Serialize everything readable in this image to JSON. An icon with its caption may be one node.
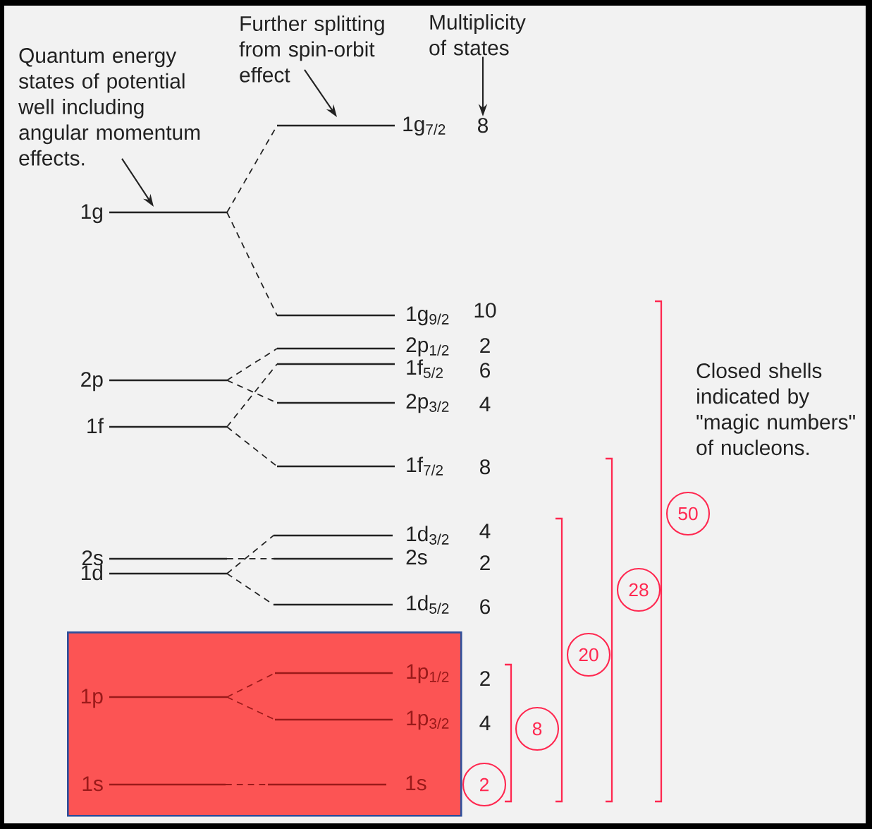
{
  "diagram": {
    "nodes": [
      {
        "text": [
          "Quantum energy states of potential well including angular momentum effects."
        ]
      },
      {
        "text": [
          "Further splitting from spin-orbit effect"
        ]
      },
      {
        "text": [
          "Multiplicity of states"
        ]
      },
      {
        "text": [
          "8"
        ]
      },
      {
        "text": [
          "1g$_{7/2}$"
        ]
      },
      {
        "text": [
          "1g"
        ]
      },
      {
        "text": [
          "1g$_{9/2}$"
        ],
        "beside": [
          "10"
        ]
      },
      {
        "text": [
          "2p$_{1/2}$"
        ],
        "beside": [
          "2"
        ]
      },
      {
        "text": [
          "1f$_{5/2}$"
        ],
        "beside": [
          "6"
        ]
      },
      {
        "text": [
          "2p"
        ]
      },
      {
        "text": [
          "2p$_{3/2}$"
        ],
        "beside": [
          "4"
        ]
      },
      {
        "text": [
          "1f"
        ]
      },
      {
        "text": [
          "1f$_{7/2}$"
        ],
        "beside": [
          "8"
        ]
      },
      {
        "text": [
          "1d$_{3/2}$"
        ],
        "beside": [
          "4"
        ]
      },
      {
        "text": [
          "2s"
        ]
      },
      {
        "text": [
          "2s"
        ],
        "beside": [
          "2"
        ]
      },
      {
        "text": [
          "1d"
        ]
      },
      {
        "text": [
          "1d$_{5/2}$"
        ],
        "beside": [
          "6"
        ]
      },
      {
        "text": [],
        "shape": "box"
      },
      {
        "text": [
          "1p"
        ],
        "in": 18
      },
      {
        "text": [
          "1p$_{1/2}$"
        ],
        "in": 18,
        "beside": [
          "2"
        ]
      },
      {
        "text": [
          "1p$_{3/2}$"
        ],
        "in": 18,
        "beside": [
          "4"
        ]
      },
      {
        "text": [
          "1s"
        ],
        "in": 18
      },
      {
        "text": [
          "1s"
        ],
        "in": 18
      },
      {
        "text": [
          "50"
        ]
      },
      {
        "text": [
          "28"
        ]
      },
      {
        "text": [
          "20"
        ]
      },
      {
        "text": [
          "8"
        ]
      },
      {
        "text": [
          "2"
        ]
      }
    ],
    "edges": [
      {
        "from": 0,
        "to": 5,
        "arrow": "to"
      },
      {
        "from": 1,
        "to": 4,
        "arrow": "to"
      },
      {
        "from": 2,
        "to": 3,
        "arrow": "to"
      },
      {
        "from": 5,
        "to": 4,
        "arrow": "none",
        "style": "dashed"
      },
      {
        "from": 5,
        "to": 6,
        "arrow": "none",
        "style": "dashed"
      },
      {
        "from": 9,
        "to": 7,
        "arrow": "none",
        "style": "dashed"
      },
      {
        "from": 9,
        "to": 10,
        "arrow": "none",
        "style": "dashed"
      },
      {
        "from": 11,
        "to": 8,
        "arrow": "none",
        "style": "dashed"
      },
      {
        "from": 11,
        "to": 12,
        "arrow": "none",
        "style": "dashed"
      },
      {
        "from": 14,
        "to": 15,
        "arrow": "none",
        "style": "dashed"
      },
      {
        "from": 16,
        "to": 13,
        "arrow": "none",
        "style": "dashed"
      },
      {
        "from": 16,
        "to": 17,
        "arrow": "none",
        "style": "dashed"
      },
      {
        "from": 19,
        "to": 20,
        "arrow": "none",
        "style": "dashed",
        "color": "#9a1a1a"
      },
      {
        "from": 19,
        "to": 21,
        "arrow": "none",
        "style": "dashed",
        "color": "#9a1a1a"
      },
      {
        "from": 22,
        "to": 23,
        "arrow": "none",
        "style": "dashed",
        "color": "#9a1a1a"
      }
    ],
    "labels": [
      "Closed shells indicated by \"magic numbers\" of nucleons."
    ]
  }
}
